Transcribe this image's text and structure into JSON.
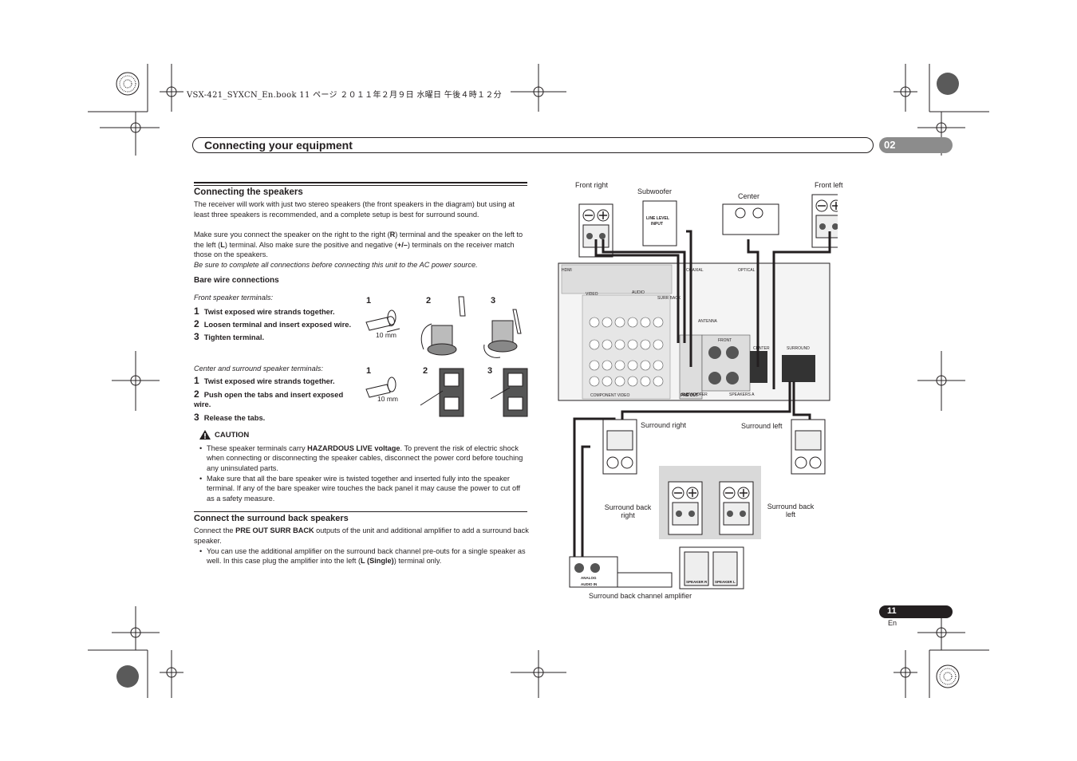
{
  "print_header": "VSX-421_SYXCN_En.book  11 ページ  ２０１１年２月９日  水曜日  午後４時１２分",
  "section_title": "Connecting your equipment",
  "chapter_number": "02",
  "connecting_speakers": {
    "heading": "Connecting the speakers",
    "para1": "The receiver will work with just two stereo speakers (the front speakers in the diagram) but using at least three speakers is recommended, and a complete setup is best for surround sound.",
    "para2_a": "Make sure you connect the speaker on the right to the right (",
    "para2_r": "R",
    "para2_b": ") terminal and the speaker on the left to the left (",
    "para2_l": "L",
    "para2_c": ") terminal. Also make sure the positive and negative (",
    "para2_pm": "+/–",
    "para2_d": ") terminals on the receiver match those on the speakers.",
    "note": "Be sure to complete all connections before connecting this unit to the AC power source."
  },
  "bare_wire": {
    "heading": "Bare wire connections",
    "front_label": "Front speaker terminals:",
    "front_steps": [
      {
        "n": "1",
        "text": "Twist exposed wire strands together."
      },
      {
        "n": "2",
        "text": "Loosen terminal and insert exposed wire."
      },
      {
        "n": "3",
        "text": "Tighten terminal."
      }
    ],
    "center_label": "Center and surround speaker terminals:",
    "center_steps": [
      {
        "n": "1",
        "text": "Twist exposed wire strands together."
      },
      {
        "n": "2",
        "text": "Push open the tabs and insert exposed",
        "text2": "wire."
      },
      {
        "n": "3",
        "text": "Release the tabs."
      }
    ],
    "fig_numbers": [
      "1",
      "2",
      "3"
    ],
    "measure": "10 mm"
  },
  "caution": {
    "heading": "CAUTION",
    "b1_a": "These speaker terminals carry ",
    "b1_bold": "HAZARDOUS LIVE voltage",
    "b1_b": ". To prevent the risk of electric shock when connecting or disconnecting the speaker cables, disconnect the power cord before touching any uninsulated parts.",
    "b2": "Make sure that all the bare speaker wire is twisted together and inserted fully into the speaker terminal. If any of the bare speaker wire touches the back panel it may cause the power to cut off as a safety measure."
  },
  "surround_back": {
    "heading": "Connect the surround back speakers",
    "p_a": "Connect the ",
    "p_bold": "PRE OUT SURR BACK",
    "p_b": " outputs of the unit and additional amplifier to add a surround back speaker.",
    "b_a": "You can use the additional amplifier on the surround back channel pre-outs for a single speaker as well. In this case plug the amplifier into the left (",
    "b_bold": "L (Single)",
    "b_b": ") terminal only."
  },
  "diagram": {
    "front_right": "Front right",
    "subwoofer": "Subwoofer",
    "line_level_1": "LINE LEVEL",
    "line_level_2": "INPUT",
    "center": "Center",
    "front_left": "Front left",
    "surround_right": "Surround right",
    "surround_left": "Surround left",
    "sb_right_1": "Surround back",
    "sb_right_2": "right",
    "sb_left_1": "Surround back",
    "sb_left_2": "left",
    "amp_label": "Surround back channel amplifier",
    "audio_in": "AUDIO IN",
    "analog": "ANALOG",
    "speaker_r": "SPEAKER R",
    "speaker_l": "SPEAKER L",
    "panel_hdmi": "HDMI",
    "panel_coaxial": "COAXIAL",
    "panel_optical": "OPTICAL",
    "panel_video": "VIDEO",
    "panel_audio": "AUDIO",
    "panel_antenna": "ANTENNA",
    "panel_front": "FRONT",
    "panel_center": "CENTER",
    "panel_surround": "SURROUND",
    "panel_pre_out": "PRE OUT",
    "panel_speakers": "SPEAKERS A",
    "panel_component": "COMPONENT VIDEO",
    "panel_subwoofer": "SUBWOOFER",
    "panel_surr_back": "SURR BACK"
  },
  "page_number": "11",
  "page_lang": "En",
  "colors": {
    "chapter_tab": "#8c8c8c",
    "text": "#231f20",
    "sb_box": "#d9d9d9"
  }
}
